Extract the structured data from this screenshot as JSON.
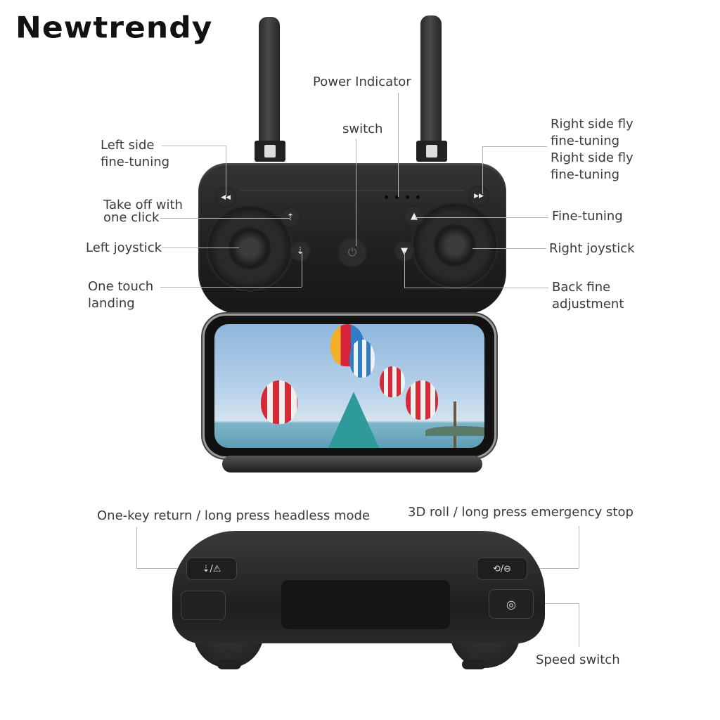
{
  "brand": {
    "name": "Newtrendy"
  },
  "top_view": {
    "labels": {
      "power_indicator": "Power Indicator",
      "switch": "switch",
      "left_side_fine_tuning": [
        "Left side",
        "fine-tuning"
      ],
      "right_side_fly_fine_tuning": [
        "Right side fly",
        "fine-tuning",
        "Right side fly",
        "fine-tuning"
      ],
      "take_off": [
        "Take off with",
        "one click"
      ],
      "fine_tuning": "Fine-tuning",
      "left_joystick": "Left joystick",
      "right_joystick": "Right joystick",
      "one_touch_landing": [
        "One touch",
        "landing"
      ],
      "back_fine_adjustment": [
        "Back fine",
        "adjustment"
      ]
    },
    "buttons": {
      "left_trim_icon": "◀◀",
      "right_trim_icon": "▶▶",
      "takeoff_icon": "⇡",
      "landing_icon": "⇣",
      "forward_trim_icon": "▲",
      "back_trim_icon": "▼",
      "power_icon": "⏻"
    },
    "power_indicator_leds": 4
  },
  "phone": {
    "screen_description": "beach scene with hot air balloons"
  },
  "front_view": {
    "labels": {
      "one_key_return": "One-key return / long press headless mode",
      "roll_emergency": "3D roll / long press emergency stop",
      "speed_switch": "Speed switch"
    },
    "buttons": {
      "return_icon": "⇣/⚠",
      "roll_icon": "⟲/⊖",
      "speed_icon": "◎"
    }
  },
  "colors": {
    "remote_body": "#1f1f1f",
    "label_text": "#3a3a3a",
    "leader_line": "#b5b5b5",
    "sky": "#a9c9e6",
    "sea": "#6aaac0"
  }
}
